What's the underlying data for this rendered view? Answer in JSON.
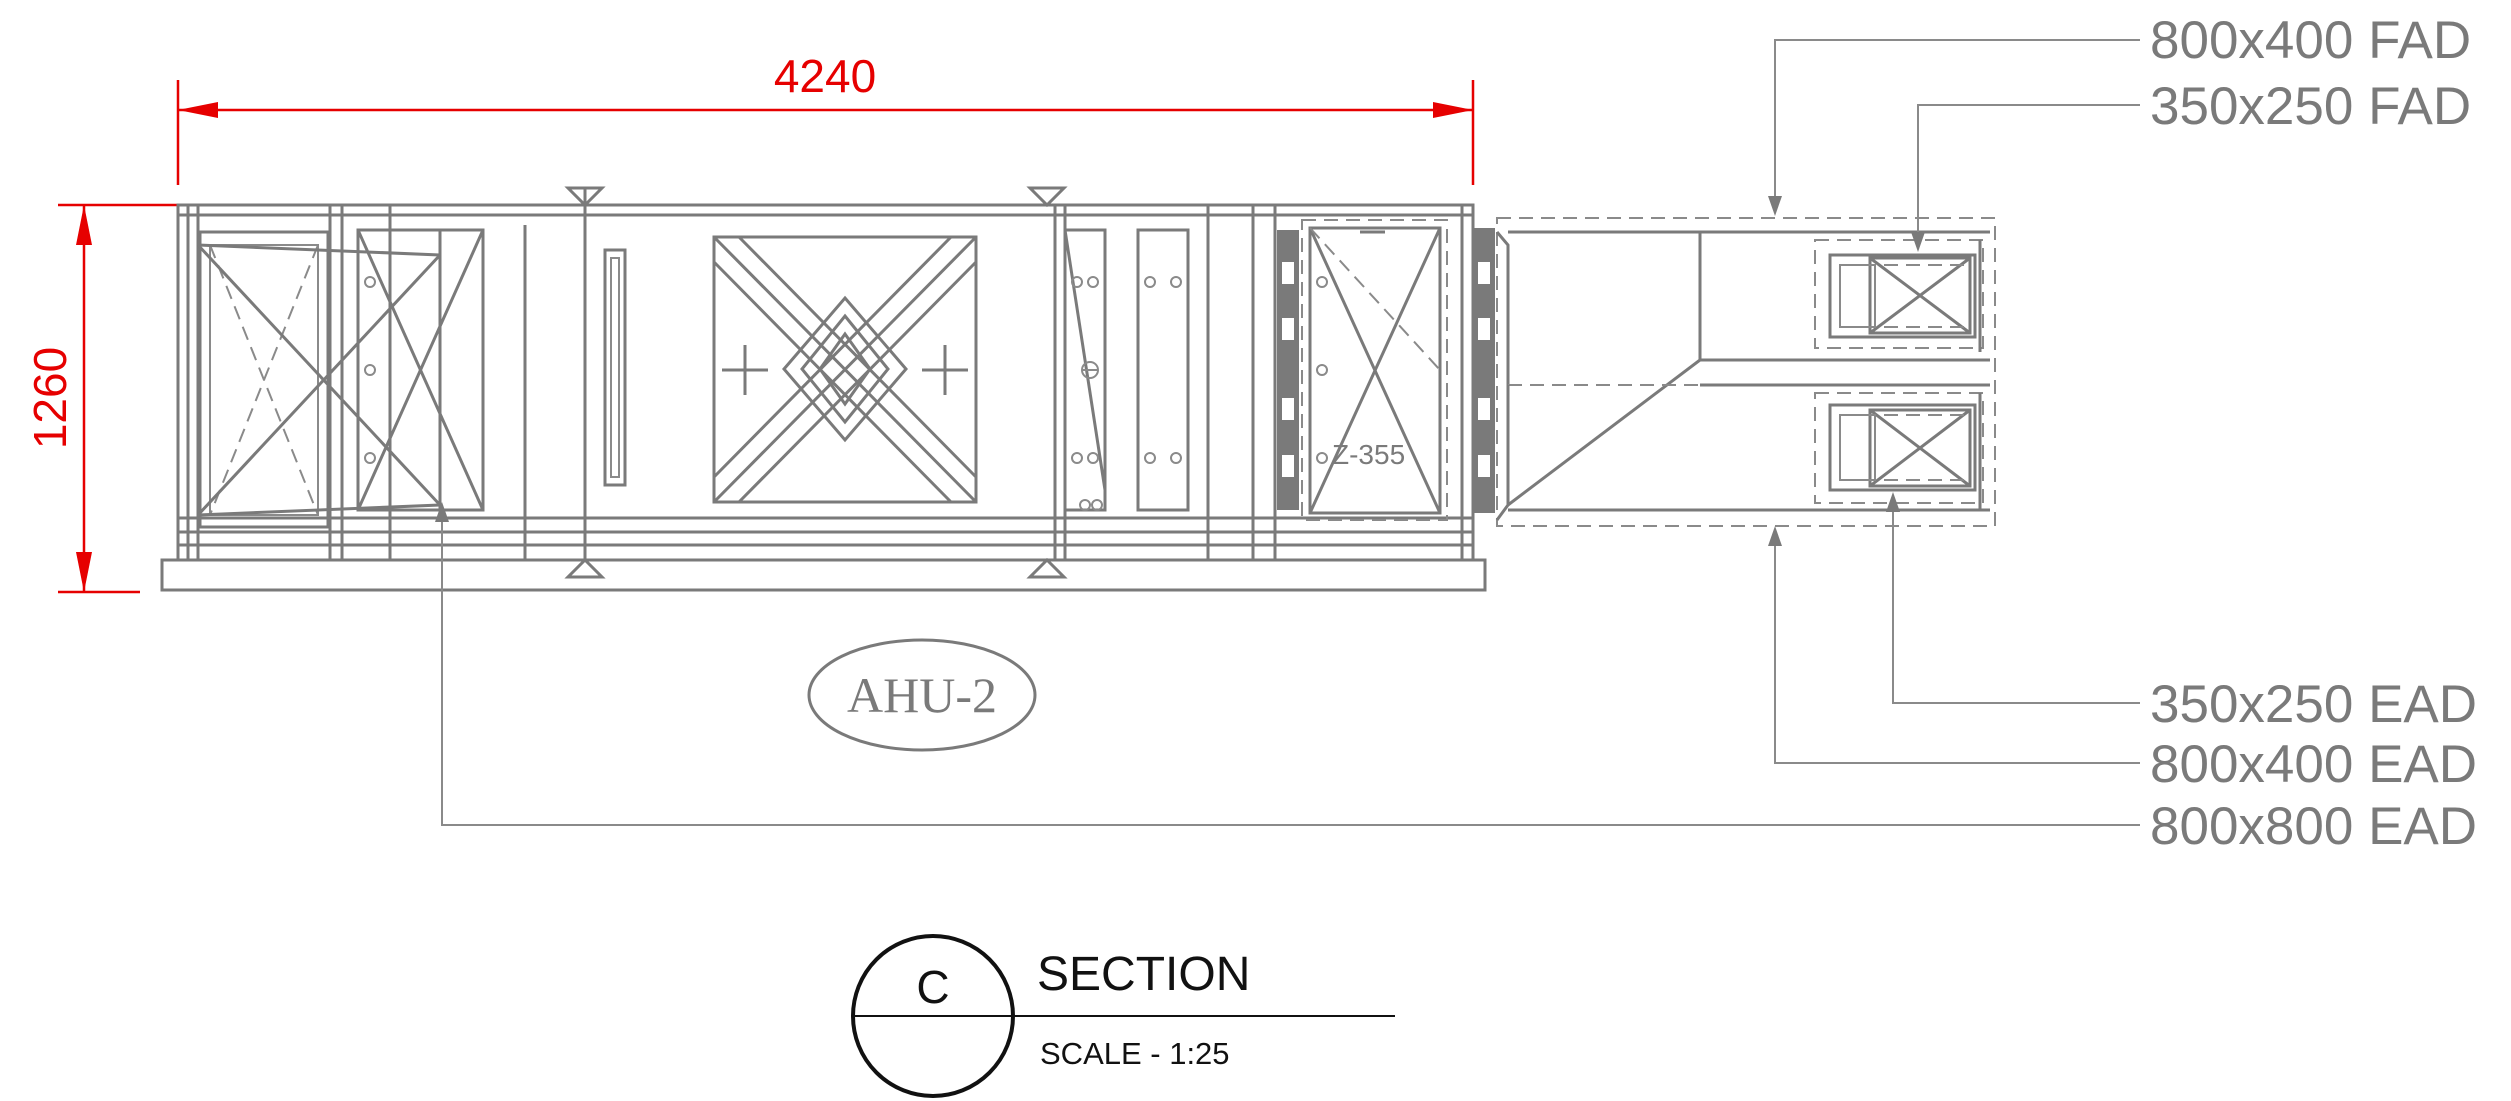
{
  "dimensions": {
    "width_label": "4240",
    "height_label": "1260"
  },
  "unit_tag": "AHU-2",
  "component_tag": "Z-355",
  "callouts": [
    {
      "id": "fad-800x400",
      "label": "800x400 FAD"
    },
    {
      "id": "fad-350x250",
      "label": "350x250 FAD"
    },
    {
      "id": "ead-350x250",
      "label": "350x250 EAD"
    },
    {
      "id": "ead-800x400",
      "label": "800x400 EAD"
    },
    {
      "id": "ead-800x800",
      "label": "800x800 EAD"
    }
  ],
  "title_block": {
    "section_letter": "C",
    "title": "SECTION",
    "scale": "SCALE - 1:25"
  },
  "colors": {
    "dimension": "#e60000",
    "linework": "#7a7a7a",
    "title": "#111111"
  }
}
